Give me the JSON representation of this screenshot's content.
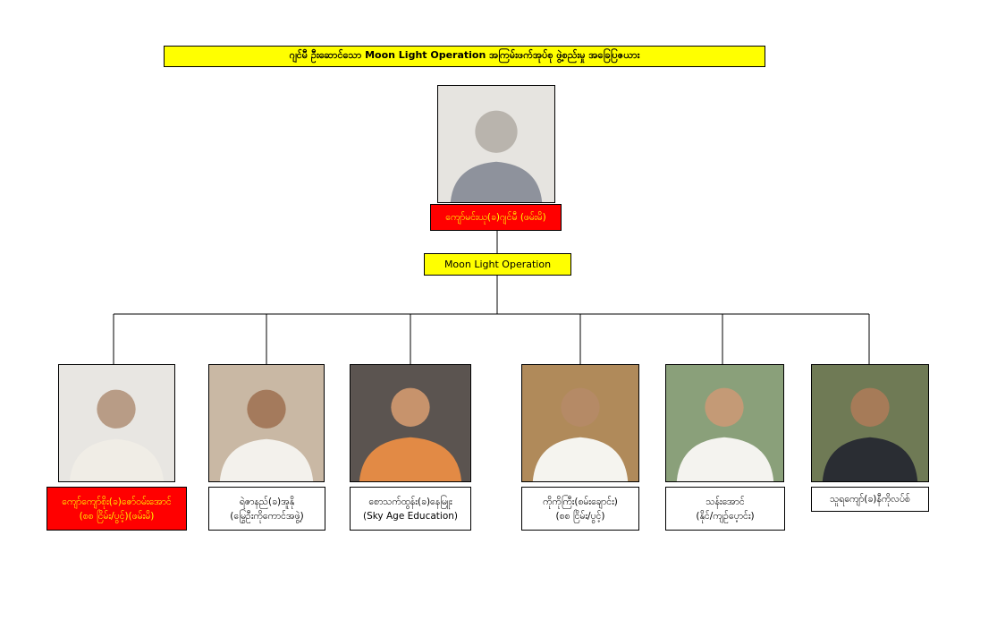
{
  "title": "ဂျင်မီ ဦးဆောင်သော Moon Light Operation အကြမ်းဖက်အုပ်စု ဖွဲ့စည်းမှု အခြေပြဇယား",
  "leader": {
    "label_lines": [
      "ကျော်မင်းယု(ခ)ဂျင်မီ (ဖမ်းမိ)"
    ]
  },
  "operation": {
    "label": "Moon Light Operation"
  },
  "members": [
    {
      "label_lines": [
        "ကျော်ကျော်စိုး(ခ)ဇော်ဝမ်းအောင်",
        "(စစ ငြိမ်း/ပွင့်)(ဖမ်းမိ)"
      ],
      "style": "red",
      "photo_bg": "#e8e6e2"
    },
    {
      "label_lines": [
        "ရဲဇာနည်(ခ)အူနို",
        "(မြွေဦးကိုကောင်အဖွဲ့)"
      ],
      "style": "white",
      "photo_bg": "#c9b8a4"
    },
    {
      "label_lines": [
        "စောသက်ထွန်း(ခ)နေမြူး",
        "(Sky Age Education)"
      ],
      "style": "white",
      "photo_bg": "#5b5450"
    },
    {
      "label_lines": [
        "ကိုကိုကြီး(စမ်းချောင်း)",
        "(စစ ငြိမ်း/ပွင့်)"
      ],
      "style": "white",
      "photo_bg": "#b08a5a"
    },
    {
      "label_lines": [
        "သန်းအောင်",
        "(နိုင်/ကျဉ်ပေ့ာင်း)"
      ],
      "style": "white",
      "photo_bg": "#8aa07a"
    },
    {
      "label_lines": [
        "သူရကျော်(ခ)နီကိုလပ်စ်"
      ],
      "style": "white",
      "photo_bg": "#6f7a55"
    }
  ]
}
